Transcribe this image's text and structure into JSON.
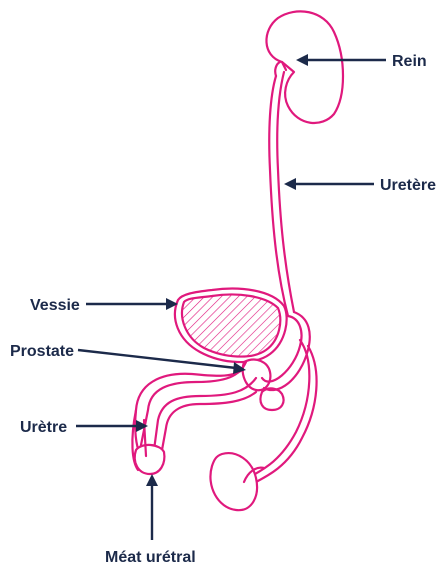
{
  "colors": {
    "organ_outline": "#e0197d",
    "label_text": "#1c2a4a",
    "background": "#ffffff"
  },
  "labels": {
    "kidney": "Rein",
    "ureter": "Uretère",
    "bladder": "Vessie",
    "prostate": "Prostate",
    "urethra": "Urètre",
    "meatus": "Méat urétral"
  }
}
